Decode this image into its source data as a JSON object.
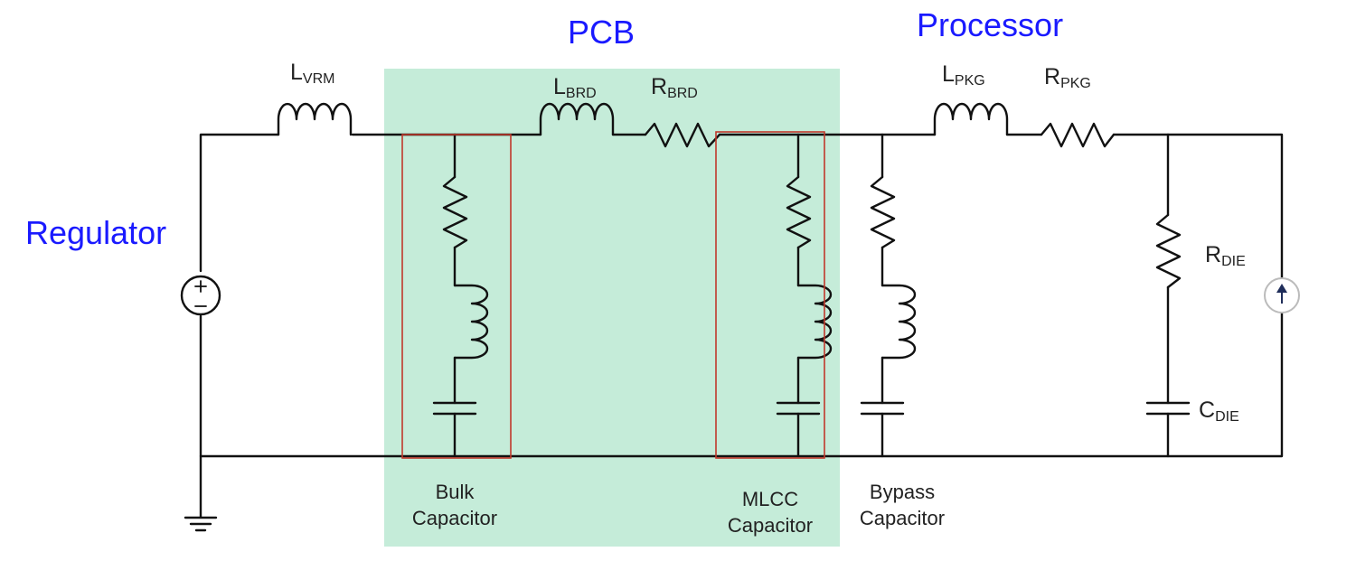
{
  "sections": {
    "regulator": "Regulator",
    "pcb": "PCB",
    "processor": "Processor"
  },
  "components": {
    "l_vrm": {
      "main": "L",
      "sub": "VRM"
    },
    "l_brd": {
      "main": "L",
      "sub": "BRD"
    },
    "r_brd": {
      "main": "R",
      "sub": "BRD"
    },
    "l_pkg": {
      "main": "L",
      "sub": "PKG"
    },
    "r_pkg": {
      "main": "R",
      "sub": "PKG"
    },
    "r_die": {
      "main": "R",
      "sub": "DIE"
    },
    "c_die": {
      "main": "C",
      "sub": "DIE"
    }
  },
  "captions": {
    "bulk": [
      "Bulk",
      "Capacitor"
    ],
    "mlcc": [
      "MLCC",
      "Capacitor"
    ],
    "bypass": [
      "Bypass",
      "Capacitor"
    ]
  },
  "colors": {
    "pcb_fill": "#c5ecd9",
    "section_text": "#1a1aff",
    "highlight_box": "#c0392b"
  },
  "icons": {
    "voltage_source": "voltage-source-icon",
    "current_source": "current-source-icon",
    "ground": "ground-icon"
  }
}
